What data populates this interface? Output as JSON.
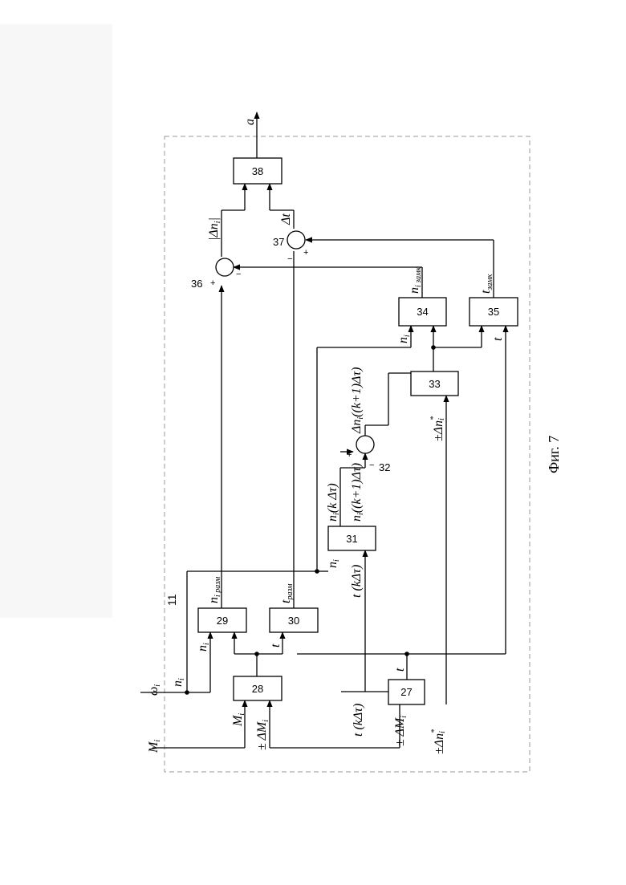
{
  "figure": {
    "caption": "Фиг. 7",
    "unit_number": "11",
    "blocks": {
      "b27": "27",
      "b28": "28",
      "b29": "29",
      "b30": "30",
      "b31": "31",
      "b32": "32",
      "b33": "33",
      "b34": "34",
      "b35": "35",
      "b36": "36",
      "b37": "37",
      "b38": "38"
    },
    "signs": {
      "plus": "+",
      "minus": "−"
    },
    "labels": {
      "a": "a",
      "omega": "ω",
      "omega_sub": "i",
      "n": "n",
      "n_sub": "i",
      "M": "M",
      "M_sub": "i",
      "pm_dM": "± ΔM",
      "pm_dM_sub": "i",
      "pm_dn": "±Δn",
      "pm_dn_sup": "*",
      "pm_dn_sub": "i",
      "t": "t",
      "t_ktau": "t (kΔτ)",
      "n_ktau": "n",
      "n_ktau_sub": "i",
      "n_ktau_rest": "(k Δτ)",
      "n_k1tau": "n",
      "n_k1tau_sub": "i",
      "n_k1tau_rest": "((k+1)Δτ)",
      "dn_k1tau": "Δn",
      "dn_k1tau_sub": "i",
      "dn_k1tau_rest": "((k+1)Δτ)",
      "n_razm": "n",
      "n_razm_sub": "i разм",
      "t_razm": "t",
      "t_razm_sub": "разм",
      "n_zamk": "n",
      "n_zamk_sub": "i замк",
      "t_zamk": "t",
      "t_zamk_sub": "замк",
      "abs_dn": "|Δn",
      "abs_dn_sub": "i",
      "abs_dn_close": "|",
      "dt": "Δt"
    }
  }
}
